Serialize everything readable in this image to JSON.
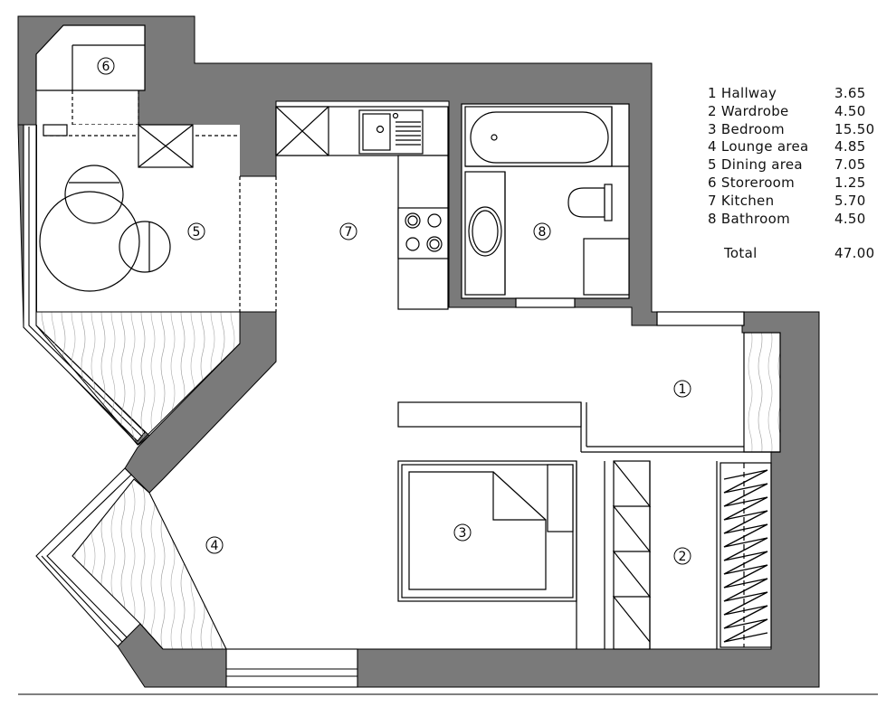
{
  "rooms": [
    {
      "num": "1",
      "name": "Hallway",
      "area": "3.65"
    },
    {
      "num": "2",
      "name": "Wardrobe",
      "area": "4.50"
    },
    {
      "num": "3",
      "name": "Bedroom",
      "area": "15.50"
    },
    {
      "num": "4",
      "name": "Lounge area",
      "area": "4.85"
    },
    {
      "num": "5",
      "name": "Dining area",
      "area": "7.05"
    },
    {
      "num": "6",
      "name": "Storeroom",
      "area": "1.25"
    },
    {
      "num": "7",
      "name": "Kitchen",
      "area": "5.70"
    },
    {
      "num": "8",
      "name": "Bathroom",
      "area": "4.50"
    }
  ],
  "total": {
    "label": "Total",
    "area": "47.00"
  },
  "colors": {
    "wall": "#7a7a7a",
    "line": "#000000",
    "background": "#ffffff"
  }
}
